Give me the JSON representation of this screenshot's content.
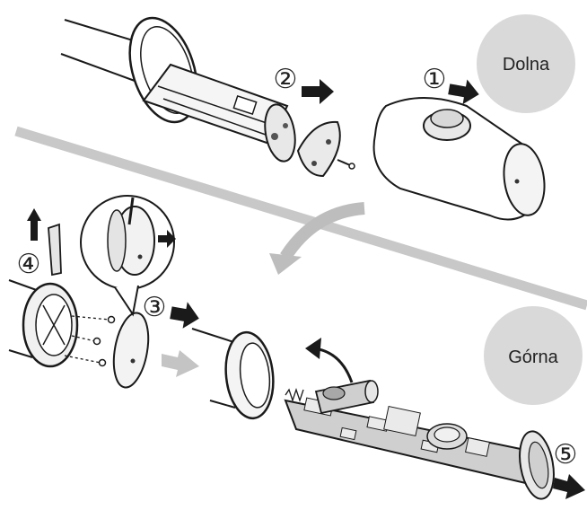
{
  "labels": {
    "lower": "Dolna",
    "upper": "Górna"
  },
  "steps": [
    "①",
    "②",
    "③",
    "④",
    "⑤"
  ],
  "colors": {
    "badge_fill": "#d9d9d9",
    "line": "#1a1a1a",
    "divider": "#c8c8c8",
    "curve_arrow": "#bdbdbd",
    "pcb": "#cfcfcf"
  }
}
